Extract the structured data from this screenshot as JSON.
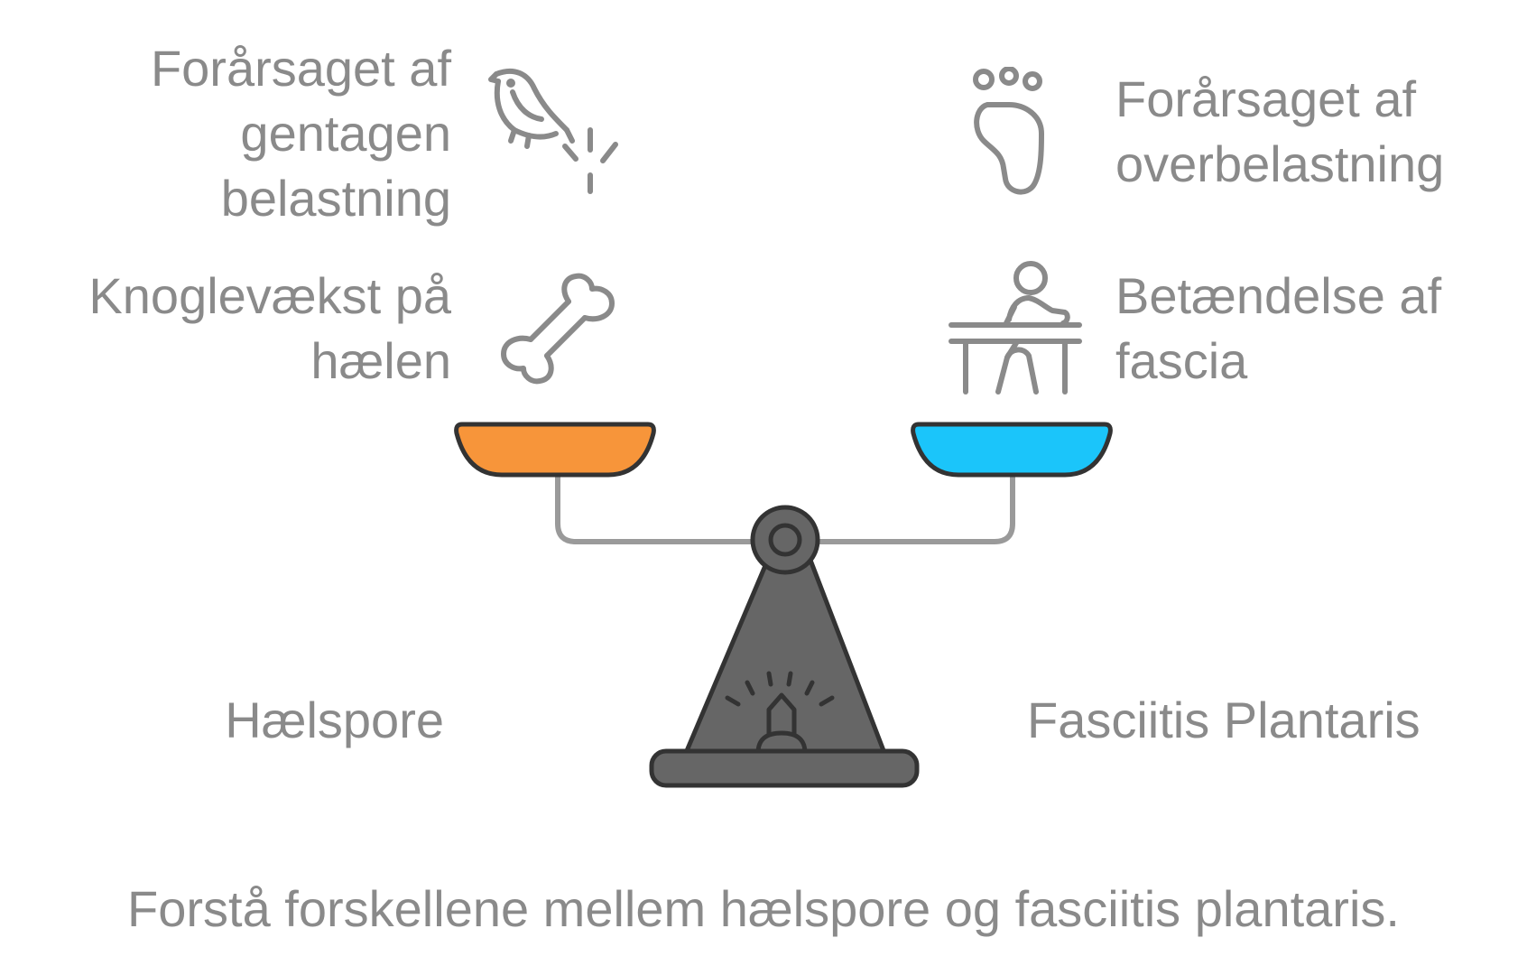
{
  "left": {
    "label": "Hælspore",
    "items": [
      {
        "text": "Forårsaget af\ngentagen\nbelastning",
        "icon": "walking-bird-icon"
      },
      {
        "text": "Knoglevækst på\nhælen",
        "icon": "bone-icon"
      }
    ],
    "pan_color": "#F7953A"
  },
  "right": {
    "label": "Fasciitis Plantaris",
    "items": [
      {
        "text": "Forårsaget af\noverbelastning",
        "icon": "footprint-icon"
      },
      {
        "text": "Betændelse af\nfascia",
        "icon": "massage-therapy-icon"
      }
    ],
    "pan_color": "#1BC5FA"
  },
  "caption": "Forstå forskellene mellem hælspore og fasciitis plantaris.",
  "colors": {
    "text": "#8A8A8A",
    "base": "#666666",
    "outline": "#333333",
    "beam": "#9A9A9A"
  }
}
